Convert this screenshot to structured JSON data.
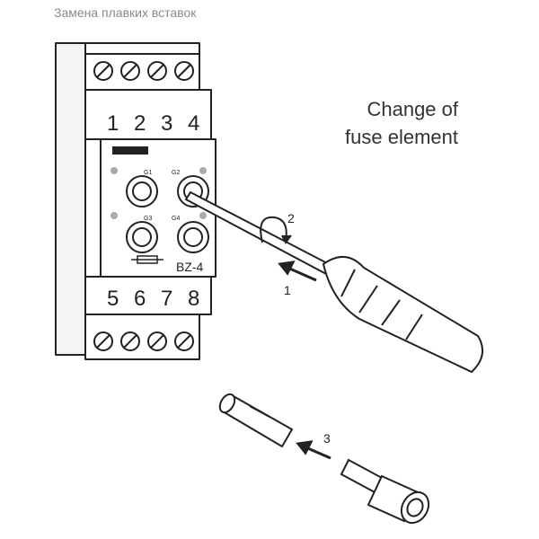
{
  "caption": "Замена плавких вставок",
  "title": {
    "line1": "Change of",
    "line2": "fuse element"
  },
  "module": {
    "top_numbers": [
      "1",
      "2",
      "3",
      "4"
    ],
    "bottom_numbers": [
      "5",
      "6",
      "7",
      "8"
    ],
    "fuse_labels": [
      "G1",
      "G2",
      "G3",
      "G4"
    ],
    "model": "BZ-4"
  },
  "steps": [
    "1",
    "2",
    "3"
  ]
}
